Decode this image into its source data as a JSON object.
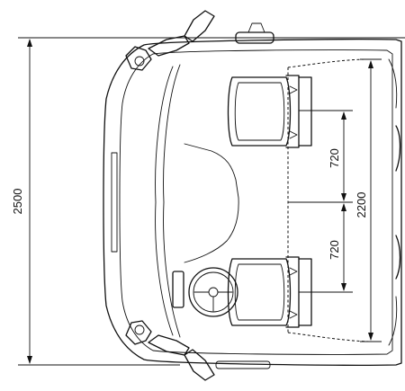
{
  "diagram": {
    "dimensions": {
      "overall_width": "2500",
      "seat_spacing_upper": "720",
      "seat_spacing_lower": "720",
      "cab_inner_width": "2200"
    },
    "colors": {
      "ink": "#111111",
      "background": "#ffffff"
    }
  }
}
